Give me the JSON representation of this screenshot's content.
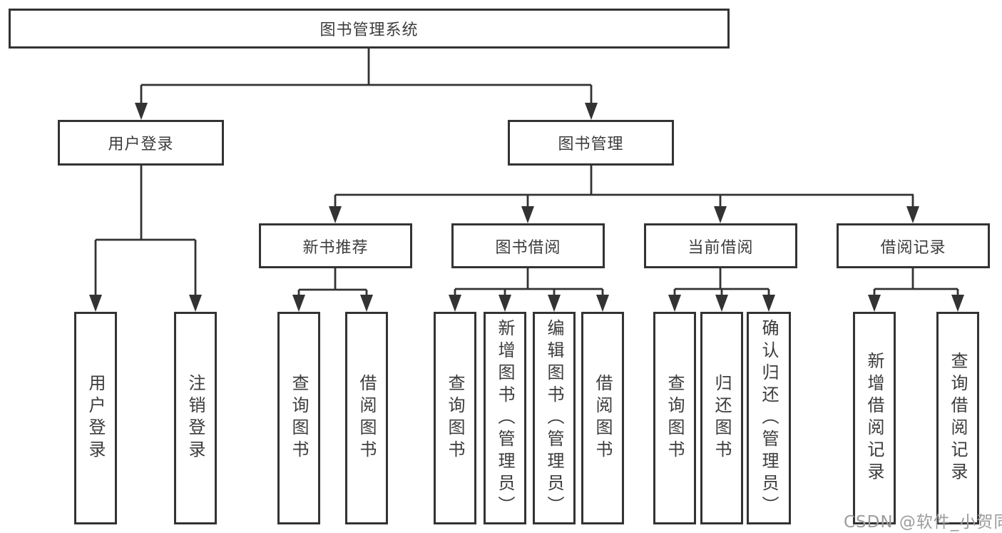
{
  "tree": {
    "root": "图书管理系统",
    "user_branch": {
      "label": "用户登录",
      "children": [
        "用户登录",
        "注销登录"
      ]
    },
    "book_branch": {
      "label": "图书管理",
      "groups": [
        {
          "label": "新书推荐",
          "children": [
            "查询图书",
            "借阅图书"
          ]
        },
        {
          "label": "图书借阅",
          "children": [
            "查询图书",
            "新增图书（管理员）",
            "编辑图书（管理员）",
            "借阅图书"
          ]
        },
        {
          "label": "当前借阅",
          "children": [
            "查询图书",
            "归还图书",
            "确认归还（管理员）"
          ]
        },
        {
          "label": "借阅记录",
          "children": [
            "新增借阅记录",
            "查询借阅记录"
          ]
        }
      ]
    }
  },
  "watermark": "CSDN @软件_小贺同学",
  "colors": {
    "line": "#333333",
    "box_border": "#333333",
    "text": "#3c3c3c",
    "watermark": "#9c9c9c",
    "background": "#ffffff"
  }
}
